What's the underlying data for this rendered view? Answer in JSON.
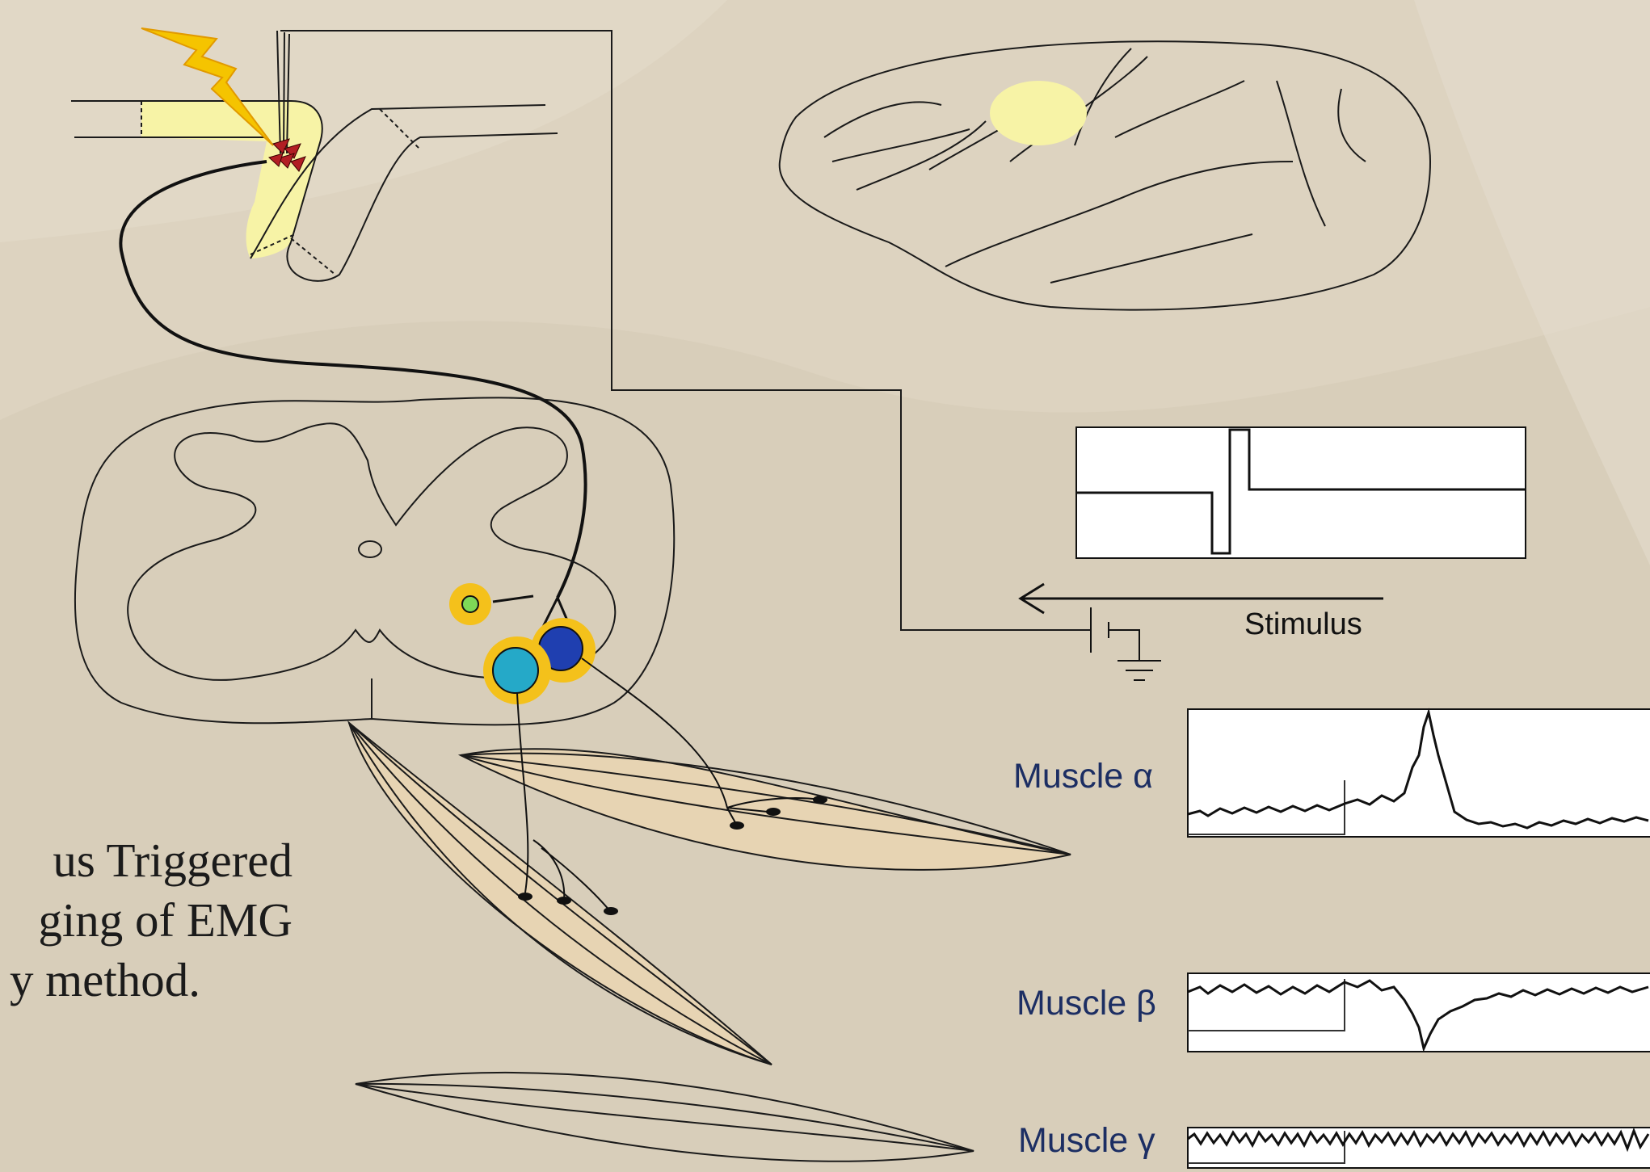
{
  "caption": {
    "line1": "us   Triggered",
    "line2": "ging  of  EMG",
    "line3": "y method."
  },
  "stimulus_label": "Stimulus",
  "traces": [
    {
      "label": "Muscle α",
      "response": "facilitation"
    },
    {
      "label": "Muscle β",
      "response": "suppression"
    },
    {
      "label": "Muscle γ",
      "response": "none"
    }
  ],
  "colors": {
    "background": "#ddd3c0",
    "cortex_highlight": "#f7f3a6",
    "lightning": "#f5c400",
    "pyramidal_neurons": "#b21e24",
    "interneuron": "#7ed957",
    "motoneuron_alpha": "#1f3fb0",
    "motoneuron_beta": "#25a9c8",
    "synapse_halo": "#f4c11b",
    "muscle_fill": "#ecd6b0",
    "label_text": "#1c2e63"
  },
  "icons": [
    "lightning-bolt-icon",
    "ground-symbol-icon",
    "stimulus-arrow-icon"
  ]
}
